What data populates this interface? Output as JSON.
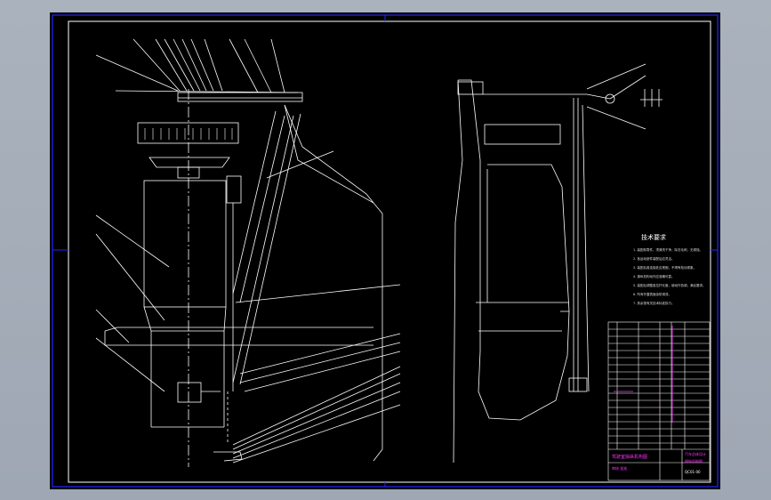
{
  "drawing": {
    "tech_requirements_title": "技术要求",
    "tech_notes": [
      "1. 装配前零件，须清洗干净，除去毛刺，无锈蚀。",
      "2. 各运动部件装配后应灵活。",
      "3. 装配后各连接处应紧固，不得有松动现象。",
      "4. 操纵机构动作应准确可靠。",
      "5. 装配后调整各拉杆长度，使动作协调，满足要求。",
      "6. 所有外露表面涂防锈漆。",
      "7. 其余按有关技术标准执行。"
    ],
    "title_block": {
      "title_left": "驾驶室操纵机构图",
      "title_right": "汽车总体设计",
      "subtitle_right": "操纵机构图",
      "drawing_no": "QC01-00",
      "approval": "审核 批准"
    },
    "colors": {
      "background": "#000000",
      "lines": "#ffffff",
      "frame": "#2424ff",
      "highlight": "#ff33ff"
    }
  }
}
